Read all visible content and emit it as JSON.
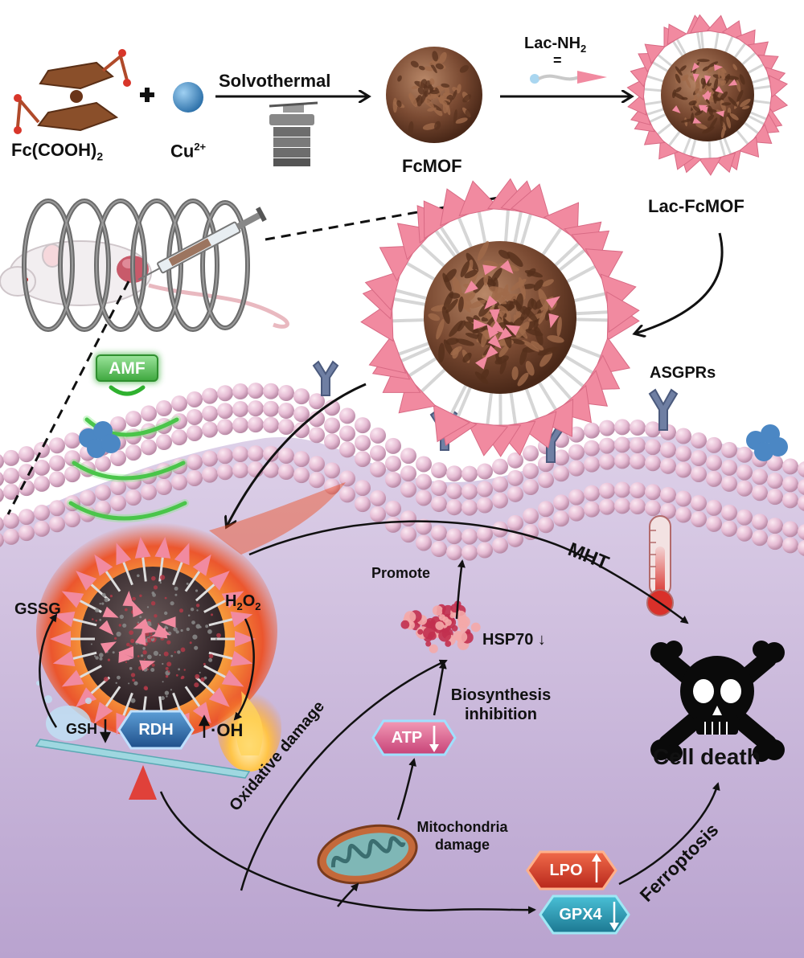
{
  "synthesis": {
    "precursor1": "Fc(COOH)",
    "precursor1_sub": "2",
    "ion": "Cu",
    "ion_sup": "2+",
    "method": "Solvothermal",
    "product": "FcMOF",
    "ligand": "Lac-NH",
    "ligand_sub": "2",
    "final_product": "Lac-FcMOF"
  },
  "field": {
    "amf": "AMF"
  },
  "membrane": {
    "receptor": "ASGPRs"
  },
  "pathway": {
    "gssg": "GSSG",
    "gsh": "GSH",
    "gsh_arrow": "↓",
    "h2o2": "H",
    "h2o2_sub1": "2",
    "h2o2_mid": "O",
    "h2o2_sub2": "2",
    "rdh": "RDH",
    "oh": "·OH",
    "oh_arrow": "↑",
    "oxidative": "Oxidative damage",
    "promote": "Promote",
    "hsp70": "HSP70 ↓",
    "biosynthesis_line1": "Biosynthesis",
    "biosynthesis_line2": "inhibition",
    "atp": "ATP",
    "mito_line1": "Mitochondria",
    "mito_line2": "damage",
    "mht": "MHT",
    "cell_death": "Cell death",
    "ferroptosis": "Ferroptosis",
    "lpo": "LPO",
    "gpx4": "GPX4"
  },
  "colors": {
    "membrane": "#e8c9dc",
    "cytoplasm": "#c9b6d9",
    "mof_brown": "#7a4a32",
    "spike_pink": "#f18aa0",
    "receptor": "#6f7fa3",
    "amf_green": "#4ec14e",
    "hex_blue": "#2f6fa6",
    "hex_pink": "#d65a86",
    "hex_red": "#d9402e",
    "hex_teal": "#2a9bb5"
  }
}
